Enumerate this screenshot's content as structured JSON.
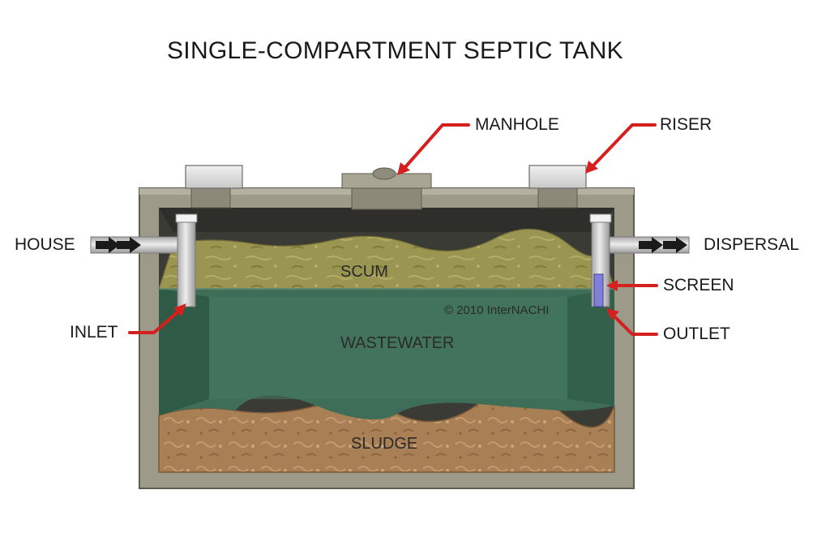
{
  "title": "SINGLE-COMPARTMENT SEPTIC TANK",
  "labels": {
    "manhole": "MANHOLE",
    "riser": "RISER",
    "house": "HOUSE",
    "dispersal": "DISPERSAL",
    "screen": "SCREEN",
    "inlet": "INLET",
    "outlet": "OUTLET"
  },
  "layers": {
    "scum": "SCUM",
    "wastewater": "WASTEWATER",
    "sludge": "SLUDGE"
  },
  "copyright": "© 2010  InterNACHI",
  "colors": {
    "concrete": "#9d9a8a",
    "tank_interior": "#3b3b36",
    "scum": "#9a9550",
    "wastewater": "#3e6e57",
    "sludge": "#a97f55",
    "pipe": "#cfcfcf",
    "screen": "#8080d8",
    "pointer": "#d62020",
    "flow_arrow": "#1a1a1a"
  },
  "icons": {
    "pointer": "red-pointer-arrow",
    "flow": "black-flow-arrow"
  }
}
